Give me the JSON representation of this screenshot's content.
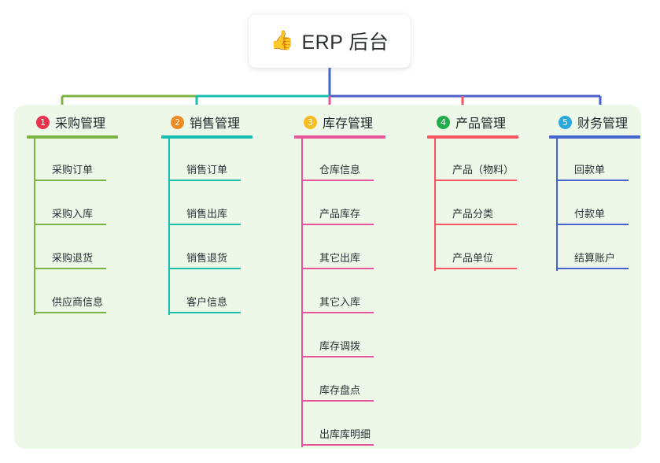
{
  "root": {
    "icon": "thumbs-up-icon",
    "emoji": "👍",
    "title": "ERP 后台"
  },
  "panel": {
    "background_color": "#eef8e8"
  },
  "connector_colors": {
    "trunk": "#4363cf",
    "bar_left": "#7cb342",
    "bar_mid": "#19bfae",
    "bar_right": "#4d5fc4"
  },
  "columns": [
    {
      "number": "1",
      "badge_color": "#e8344e",
      "line_color": "#7cb342",
      "label": "采购管理",
      "head_rule_width": 116,
      "leaf_rule_width": 92,
      "items": [
        "采购订单",
        "采购入库",
        "采购退货",
        "供应商信息"
      ]
    },
    {
      "number": "2",
      "badge_color": "#f08a24",
      "line_color": "#19bfae",
      "label": "销售管理",
      "head_rule_width": 116,
      "leaf_rule_width": 92,
      "items": [
        "销售订单",
        "销售出库",
        "销售退货",
        "客户信息"
      ]
    },
    {
      "number": "3",
      "badge_color": "#f5bd1f",
      "line_color": "#e8549a",
      "label": "库存管理",
      "head_rule_width": 116,
      "leaf_rule_width": 92,
      "items": [
        "仓库信息",
        "产品库存",
        "其它出库",
        "其它入库",
        "库存调拨",
        "库存盘点",
        "出库库明细"
      ]
    },
    {
      "number": "4",
      "badge_color": "#21ad4b",
      "line_color": "#f9545f",
      "label": "产品管理",
      "head_rule_width": 116,
      "leaf_rule_width": 105,
      "items": [
        "产品（物料）",
        "产品分类",
        "产品单位"
      ]
    },
    {
      "number": "5",
      "badge_color": "#29a9e0",
      "line_color": "#4363cf",
      "label": "财务管理",
      "head_rule_width": 116,
      "leaf_rule_width": 92,
      "items": [
        "回款单",
        "付款单",
        "结算账户"
      ]
    }
  ]
}
